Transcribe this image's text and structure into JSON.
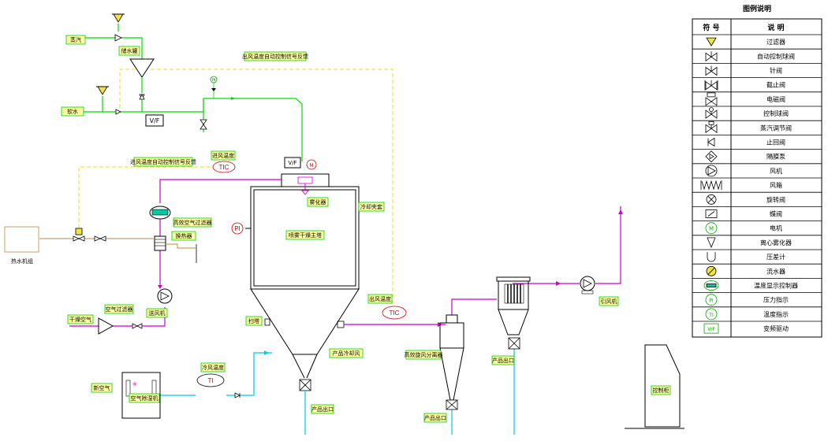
{
  "labels": {
    "steam": "蒸汽",
    "soft_water": "软水",
    "water_tank": "储水罐",
    "vf_pump": "V/F",
    "outlet_temp_signal": "出风温度自动控制信号反馈",
    "inlet_temp_signal": "进风温度自动控制信号反馈",
    "inlet_temp": "进风温度",
    "vf_top": "V/F",
    "atomizer": "雾化器",
    "cooling_jacket": "冷却夹套",
    "main_tower": "喷雾干燥主塔",
    "pi_left": "PI",
    "pi_top": "PI",
    "tic_inlet": "TIC",
    "tic_outlet": "TIC",
    "outlet_temp": "出风温度",
    "hepa_filter": "高效空气过滤器",
    "heat_exchanger": "换热器",
    "hot_water_unit": "热水机组",
    "dry_air": "干燥空气",
    "air_filter": "空气过滤器",
    "blower": "送风机",
    "sweep_air": "扫塔",
    "product_cooling": "产品冷却风",
    "cold_air_temp": "冷风温度",
    "ti": "TI",
    "fresh_air": "新空气",
    "dehumidifier": "空气除湿机",
    "dehumid_mark": "※",
    "product_outlet_1": "产品出口",
    "high_eff_cyclone": "高效旋风分离器",
    "product_outlet_2": "产品出口",
    "product_outlet_3": "产品出口",
    "exhaust_fan": "引风机",
    "control_cabinet": "控制柜"
  },
  "legend": {
    "title": "图例说明",
    "col_symbol": "符 号",
    "col_desc": "说 明",
    "rows": [
      {
        "icon": "filter-icon",
        "desc": "过滤器"
      },
      {
        "icon": "auto-ball-valve-icon",
        "desc": "自动控制球阀"
      },
      {
        "icon": "needle-valve-icon",
        "desc": "针阀"
      },
      {
        "icon": "stop-valve-icon",
        "desc": "截止阀"
      },
      {
        "icon": "solenoid-valve-icon",
        "desc": "电磁阀"
      },
      {
        "icon": "control-ball-valve-icon",
        "desc": "控制球阀"
      },
      {
        "icon": "steam-regulating-valve-icon",
        "desc": "蒸汽调节阀"
      },
      {
        "icon": "check-valve-icon",
        "desc": "止回阀"
      },
      {
        "icon": "pump-icon",
        "desc": "隔膜泵"
      },
      {
        "icon": "fan-icon",
        "desc": "风机"
      },
      {
        "icon": "bellows-icon",
        "desc": "风箱"
      },
      {
        "icon": "rotary-valve-icon",
        "desc": "旋转阀"
      },
      {
        "icon": "butterfly-valve-icon",
        "desc": "蝶阀"
      },
      {
        "icon": "motor-icon",
        "desc": "电机"
      },
      {
        "icon": "centrifugal-atomizer-icon",
        "desc": "离心雾化器"
      },
      {
        "icon": "pressure-gauge-icon",
        "desc": "压差计"
      },
      {
        "icon": "flowmeter-icon",
        "desc": "流水器"
      },
      {
        "icon": "temp-controller-icon",
        "desc": "温度显示控制器"
      },
      {
        "icon": "pressure-indicator-icon",
        "desc": "压力指示"
      },
      {
        "icon": "temp-indicator-icon",
        "desc": "温度指示"
      },
      {
        "icon": "vf-drive-icon",
        "desc": "变频驱动"
      }
    ]
  },
  "colors": {
    "green_line": "#00dd00",
    "magenta_line": "#cc00cc",
    "cyan_line": "#00c8e8",
    "yellow_dash": "#f2e24a",
    "tan_line": "#c8a060",
    "label_box": "#00d000",
    "label_fill": "#ffffa0"
  }
}
